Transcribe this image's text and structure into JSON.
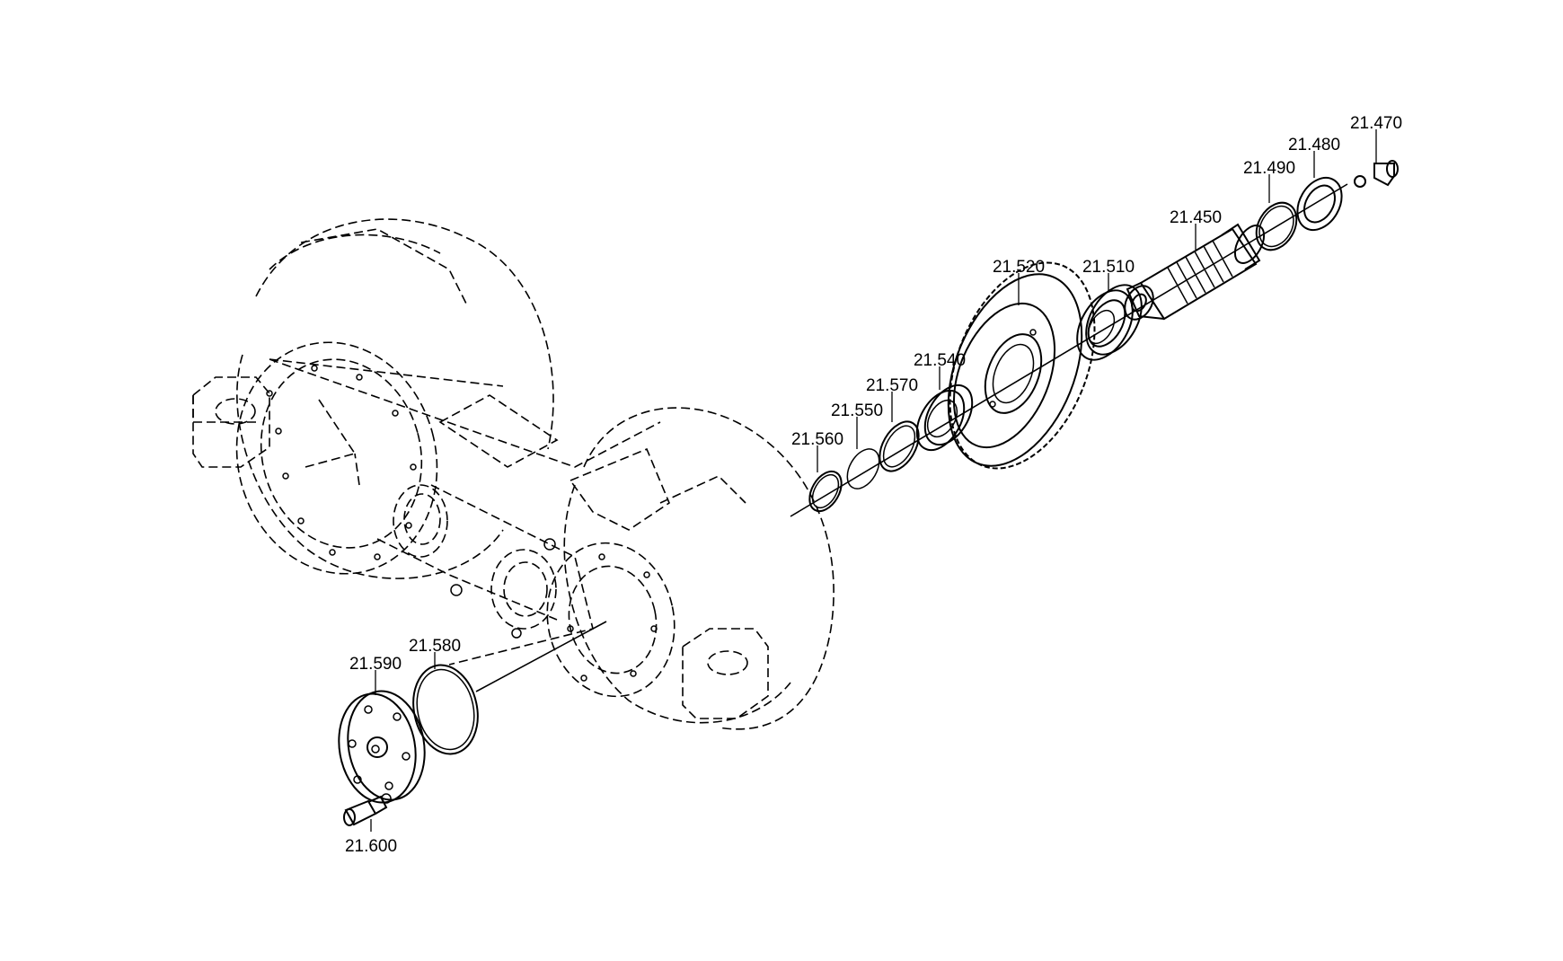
{
  "diagram": {
    "parts": [
      {
        "id": "p21470",
        "label": "21.470",
        "icon": "plug-screw-icon"
      },
      {
        "id": "p21480",
        "label": "21.480",
        "icon": "shaft-seal-icon"
      },
      {
        "id": "p21490",
        "label": "21.490",
        "icon": "o-ring-icon"
      },
      {
        "id": "p21450",
        "label": "21.450",
        "icon": "splined-shaft-icon"
      },
      {
        "id": "p21510",
        "label": "21.510",
        "icon": "tapered-bearing-icon"
      },
      {
        "id": "p21520",
        "label": "21.520",
        "icon": "spur-gear-icon"
      },
      {
        "id": "p21540",
        "label": "21.540",
        "icon": "ball-bearing-icon"
      },
      {
        "id": "p21570",
        "label": "21.570",
        "icon": "snap-ring-icon"
      },
      {
        "id": "p21550",
        "label": "21.550",
        "icon": "shim-ring-icon"
      },
      {
        "id": "p21560",
        "label": "21.560",
        "icon": "retaining-ring-icon"
      },
      {
        "id": "p21580",
        "label": "21.580",
        "icon": "o-ring-icon"
      },
      {
        "id": "p21590",
        "label": "21.590",
        "icon": "cover-plate-icon"
      },
      {
        "id": "p21600",
        "label": "21.600",
        "icon": "hex-screw-icon"
      }
    ],
    "housing_icon": "gearbox-housing-icon"
  }
}
